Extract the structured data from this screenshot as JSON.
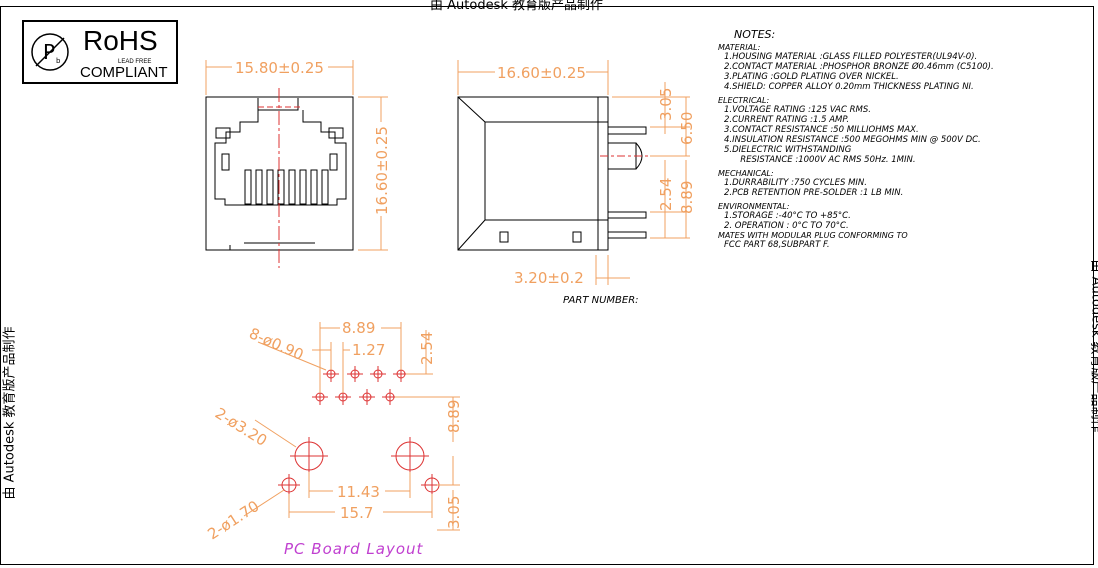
{
  "watermark": {
    "top": "由 Autodesk 教育版产品制作",
    "left": "由 Autodesk 教育版产品制作",
    "right": "由 Autodesk 教育版产品制作"
  },
  "rohs": {
    "title": "RoHS",
    "small": "LEAD FREE",
    "compliant": "COMPLIANT"
  },
  "notes": {
    "title": "NOTES:",
    "sections": [
      {
        "heading": "MATERIAL:",
        "items": [
          "1.HOUSING MATERIAL :GLASS FILLED POLYESTER(UL94V-0).",
          "2.CONTACT MATERIAL :PHOSPHOR BRONZE Ø0.46mm (C5100).",
          "3.PLATING :GOLD PLATING OVER NICKEL.",
          "4.SHIELD: COPPER ALLOY 0.20mm THICKNESS PLATING NI."
        ]
      },
      {
        "heading": "ELECTRICAL:",
        "items": [
          "1.VOLTAGE RATING :125 VAC RMS.",
          "2.CURRENT RATING :1.5 AMP.",
          "3.CONTACT RESISTANCE :50 MILLIOHMS MAX.",
          "4.INSULATION RESISTANCE :500 MEGOHMS MIN @ 500V DC.",
          "5.DIELECTRIC WITHSTANDING",
          "      RESISTANCE :1000V AC RMS 50Hz. 1MIN."
        ]
      },
      {
        "heading": "MECHANICAL:",
        "items": [
          "1.DURRABILITY :750 CYCLES MIN.",
          "2.PCB RETENTION PRE-SOLDER :1 LB MIN."
        ]
      },
      {
        "heading": "ENVIRONMENTAL:",
        "items": [
          "1.STORAGE :-40°C TO +85°C.",
          "2. OPERATION : 0°C TO 70°C."
        ]
      },
      {
        "heading": "MATES WITH MODULAR PLUG CONFORMING TO",
        "items": [
          "FCC PART 68,SUBPART F."
        ]
      }
    ]
  },
  "part_number_label": "PART NUMBER:",
  "dims": {
    "front_width": "15.80±0.25",
    "front_height": "16.60±0.25",
    "side_width": "16.60±0.25",
    "side_305": "3.05",
    "side_650": "6.50",
    "side_254": "2.54",
    "side_889": "8.89",
    "side_320": "3.20±0.2",
    "pcb_889_top": "8.89",
    "pcb_127": "1.27",
    "pcb_254": "2.54",
    "pcb_holes_090": "8-ø0.90",
    "pcb_889_right": "8.89",
    "pcb_holes_320": "2-ø3.20",
    "pcb_1143": "11.43",
    "pcb_157": "15.7",
    "pcb_305": "3.05",
    "pcb_holes_170": "2-ø1.70"
  },
  "pcb_title": "PC Board Layout"
}
